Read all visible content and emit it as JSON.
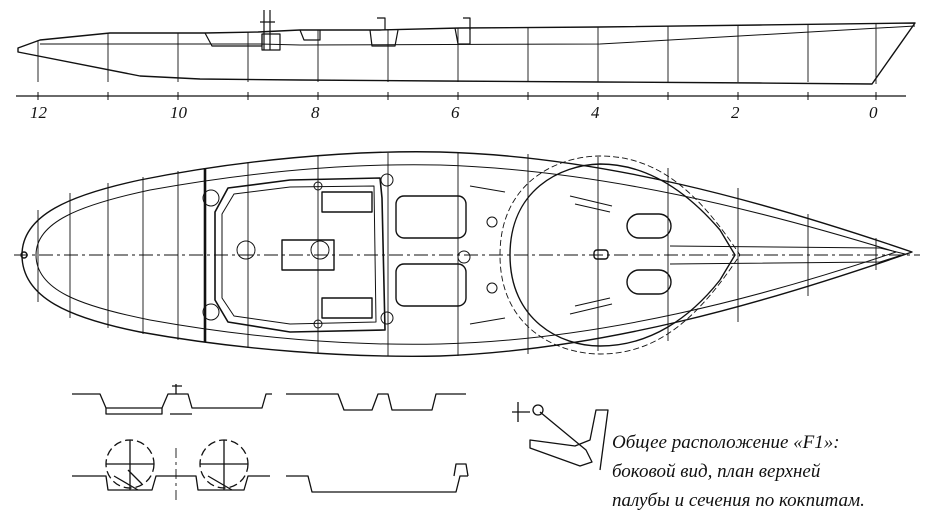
{
  "station_labels": [
    "12",
    "10",
    "8",
    "6",
    "4",
    "2",
    "0"
  ],
  "caption": {
    "line1": "Общее расположение «F1»:",
    "line2": "боковой вид, план верхней",
    "line3": "палубы и сечения по кокпитам."
  },
  "ink_color": "#111111"
}
